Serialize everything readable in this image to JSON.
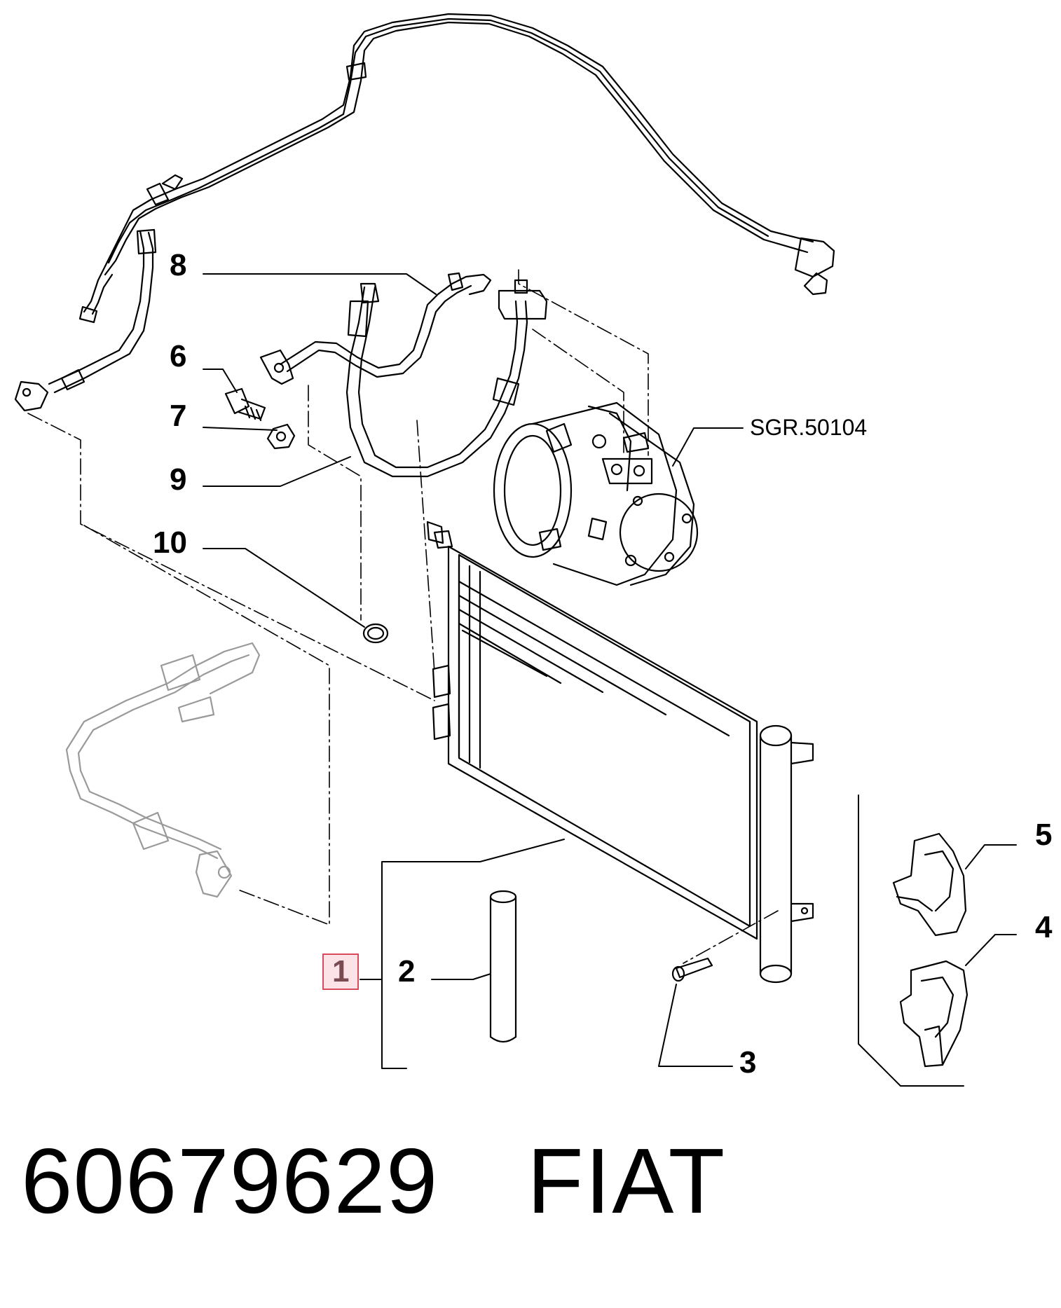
{
  "callouts": {
    "c1": "1",
    "c2": "2",
    "c3": "3",
    "c4": "4",
    "c5": "5",
    "c6": "6",
    "c7": "7",
    "c8": "8",
    "c9": "9",
    "c10": "10"
  },
  "reference": "SGR.50104",
  "part_number": "60679629",
  "brand": "FIAT",
  "colors": {
    "line": "#000000",
    "highlight_fill": "#fbe3e7",
    "highlight_border": "#d84b5c",
    "highlighted_text": "#7a4b50"
  }
}
